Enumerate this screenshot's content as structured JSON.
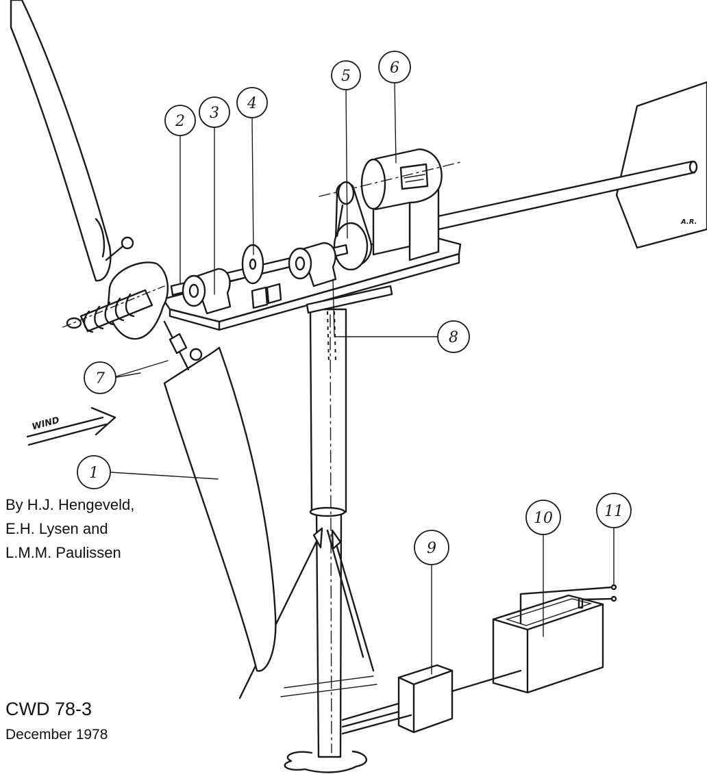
{
  "callouts": [
    {
      "id": "1",
      "label": "1"
    },
    {
      "id": "2",
      "label": "2"
    },
    {
      "id": "3",
      "label": "3"
    },
    {
      "id": "4",
      "label": "4"
    },
    {
      "id": "5",
      "label": "5"
    },
    {
      "id": "6",
      "label": "6"
    },
    {
      "id": "7",
      "label": "7"
    },
    {
      "id": "8",
      "label": "8"
    },
    {
      "id": "9",
      "label": "9"
    },
    {
      "id": "10",
      "label": "10"
    },
    {
      "id": "11",
      "label": "11"
    }
  ],
  "wind_label": "WIND",
  "vane_initials": "A.R.",
  "authors": {
    "line1": "By H.J. Hengeveld,",
    "line2": "E.H. Lysen and",
    "line3": "L.M.M. Paulissen"
  },
  "document_code": "CWD 78-3",
  "date": "December 1978"
}
